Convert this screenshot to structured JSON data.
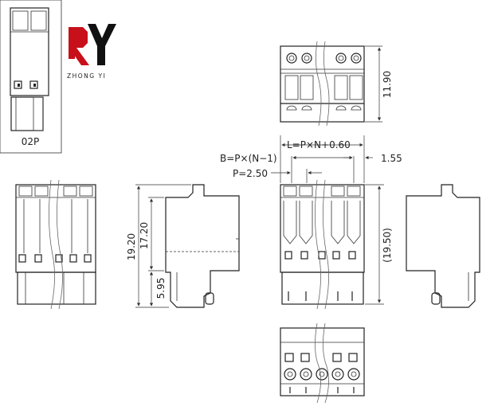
{
  "brand": {
    "name": "ZHONG YI",
    "red_color": "#c8101a",
    "black_color": "#111111"
  },
  "variant_label": "02P",
  "dimensions": {
    "total_length": "L=P×N+0.60",
    "pin_span": "B=P×(N−1)",
    "pitch": "P=2.50",
    "edge_offset": "1.55",
    "header_height": "11.90",
    "overall_height": "19.20",
    "body_height": "17.20",
    "lower_height": "5.95",
    "reference_height": "(19.50)"
  }
}
